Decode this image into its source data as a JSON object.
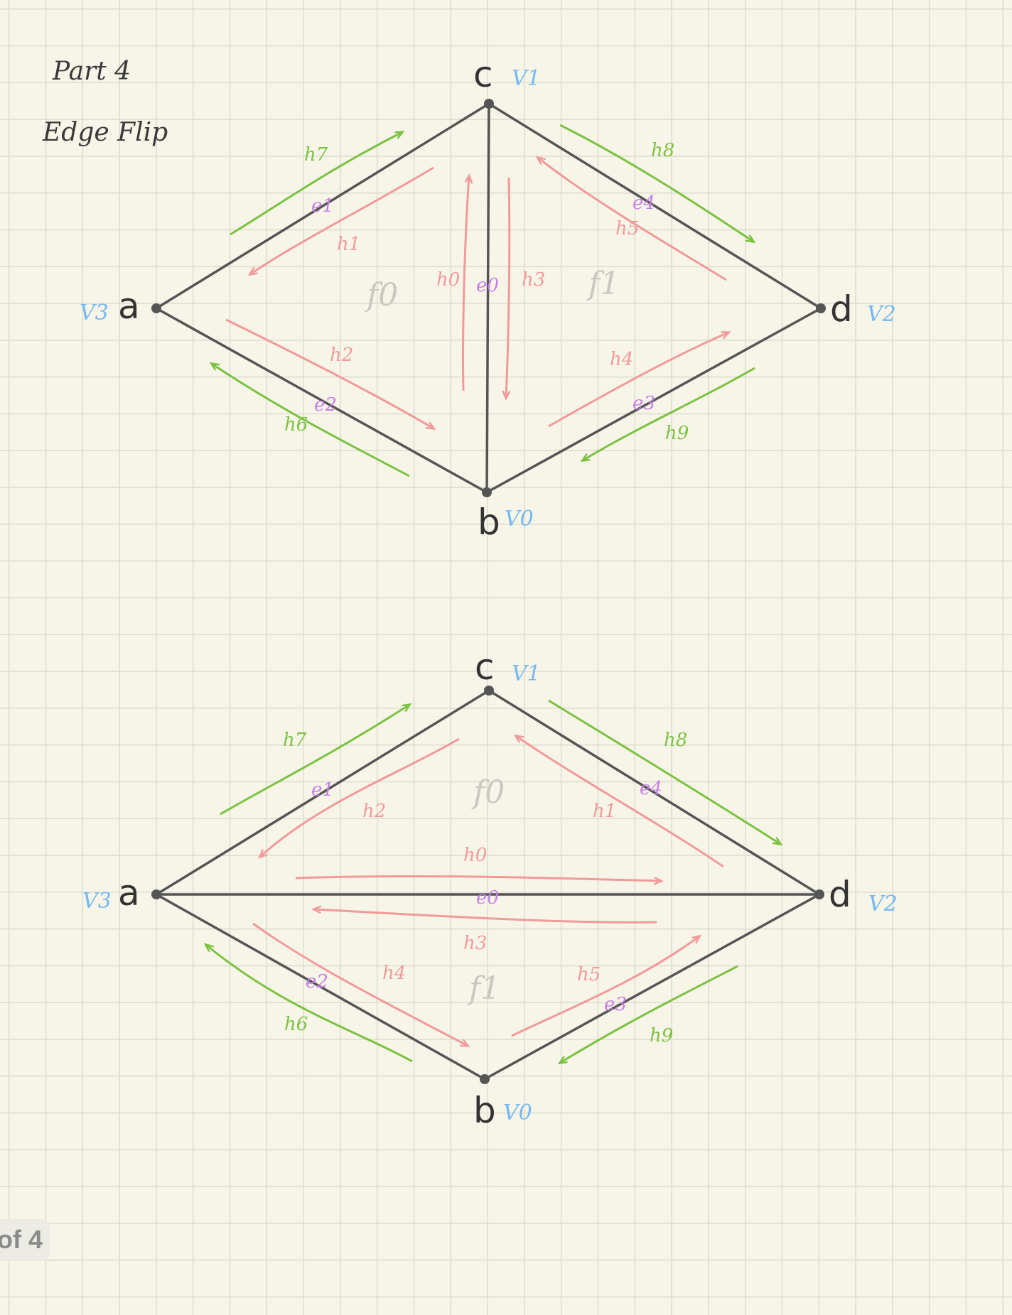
{
  "notes": {
    "part": "Part 4",
    "topic": "Edge Flip"
  },
  "colors": {
    "edge_line": "#555555",
    "vertex_index": "#74b9f2",
    "halfedge_inner": "#f19a9a",
    "halfedge_outer": "#7cc242",
    "edge_label": "#c77fe6",
    "face_label": "#c9c9c0"
  },
  "before": {
    "vertices": [
      {
        "name": "c",
        "index": "V1"
      },
      {
        "name": "a",
        "index": "V3"
      },
      {
        "name": "d",
        "index": "V2"
      },
      {
        "name": "b",
        "index": "V0"
      }
    ],
    "edges": [
      "e0",
      "e1",
      "e2",
      "e3",
      "e4"
    ],
    "faces": [
      "f0",
      "f1"
    ],
    "inner_halfedges": [
      "h0",
      "h1",
      "h2",
      "h3",
      "h4",
      "h5"
    ],
    "outer_halfedges": [
      "h6",
      "h7",
      "h8",
      "h9"
    ]
  },
  "after": {
    "vertices": [
      {
        "name": "c",
        "index": "V1"
      },
      {
        "name": "a",
        "index": "V3"
      },
      {
        "name": "d",
        "index": "V2"
      },
      {
        "name": "b",
        "index": "V0"
      }
    ],
    "edges": [
      "e0",
      "e1",
      "e2",
      "e3",
      "e4"
    ],
    "faces": [
      "f0",
      "f1"
    ],
    "inner_halfedges": [
      "h0",
      "h1",
      "h2",
      "h3",
      "h4",
      "h5"
    ],
    "outer_halfedges": [
      "h6",
      "h7",
      "h8",
      "h9"
    ]
  },
  "page_indicator": "of 4"
}
